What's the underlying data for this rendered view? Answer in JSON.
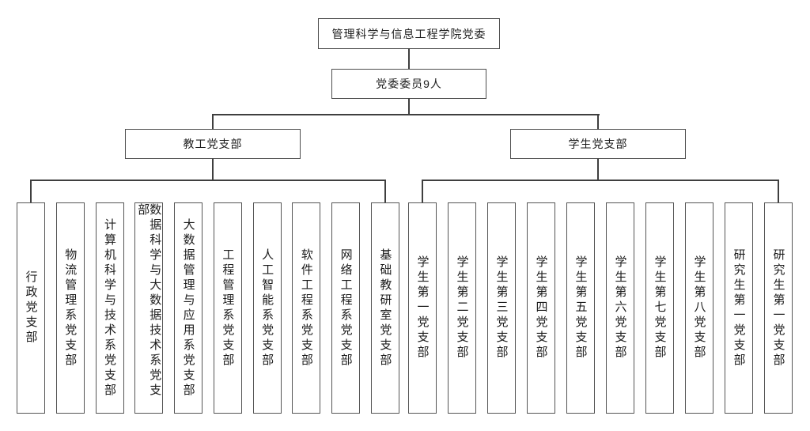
{
  "org_chart": {
    "root": {
      "label": "管理科学与信息工程学院党委"
    },
    "committee": {
      "label": "党委委员9人"
    },
    "branches": [
      {
        "label": "教工党支部",
        "children": [
          "行政党支部",
          "物流管理系党支部",
          "计算机科学与技术系党支部",
          "数据科学与大数据技术系党支部",
          "大数据管理与应用系党支部",
          "工程管理系党支部",
          "人工智能系党支部",
          "软件工程系党支部",
          "网络工程系党支部",
          "基础教研室党支部"
        ]
      },
      {
        "label": "学生党支部",
        "children": [
          "学生第一党支部",
          "学生第二党支部",
          "学生第三党支部",
          "学生第四党支部",
          "学生第五党支部",
          "学生第六党支部",
          "学生第七党支部",
          "学生第八党支部",
          "研究生第一党支部",
          "研究生第一党支部"
        ]
      }
    ],
    "colors": {
      "box_border": "#4d4d4d",
      "leaf_border": "#555555",
      "connector": "#3f3f3f",
      "text": "#1c1c1c",
      "background": "#ffffff"
    }
  }
}
